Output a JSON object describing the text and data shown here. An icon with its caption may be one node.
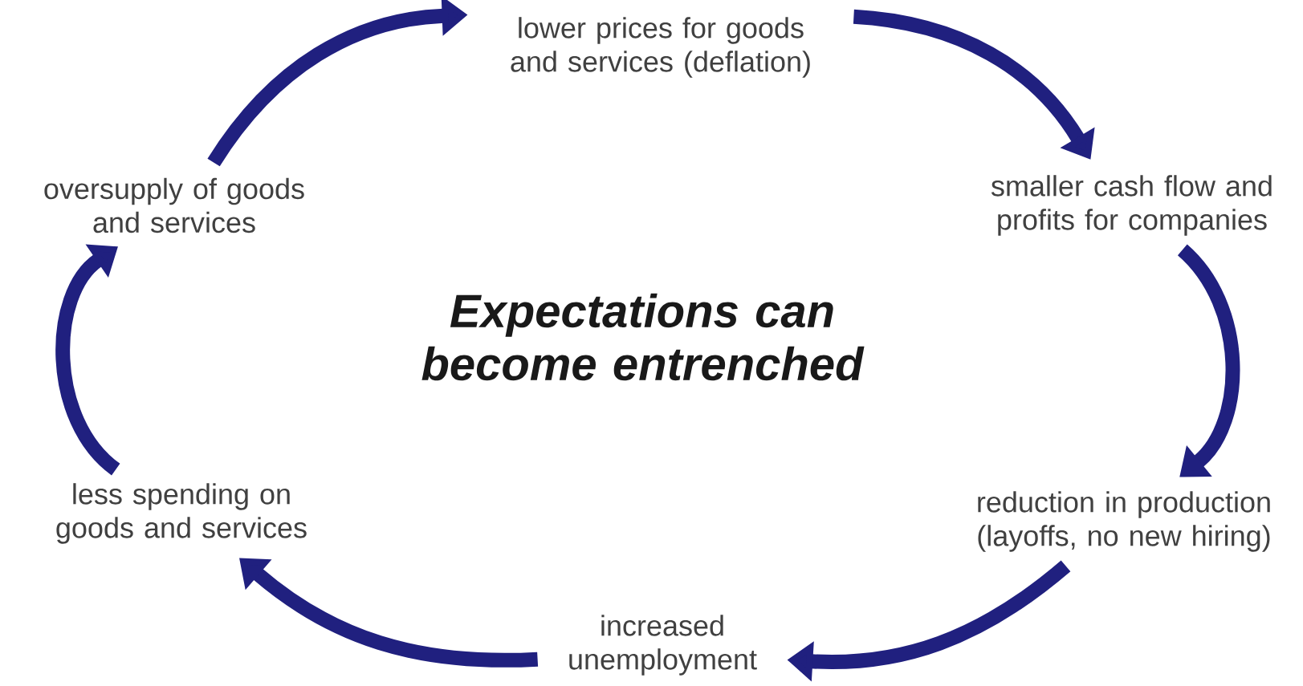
{
  "diagram": {
    "nodes": [
      {
        "text": [
          "oversupply of goods and services"
        ]
      },
      {
        "text": [
          "lower prices for goods and services (deflation)"
        ]
      },
      {
        "text": [
          "smaller cash flow and profits for companies"
        ]
      },
      {
        "text": [
          "reduction in production (layoffs, no new hiring)"
        ]
      },
      {
        "text": [
          "increased unemployment"
        ]
      },
      {
        "text": [
          "less spending on goods and services"
        ]
      }
    ],
    "edges": [
      {
        "from": 0,
        "to": 1,
        "arrow": "to"
      },
      {
        "from": 1,
        "to": 2,
        "arrow": "to"
      },
      {
        "from": 2,
        "to": 3,
        "arrow": "to"
      },
      {
        "from": 3,
        "to": 4,
        "arrow": "to"
      },
      {
        "from": 4,
        "to": 5,
        "arrow": "to"
      },
      {
        "from": 5,
        "to": 0,
        "arrow": "to"
      }
    ],
    "labels": [
      "Expectations can become entrenched"
    ]
  }
}
